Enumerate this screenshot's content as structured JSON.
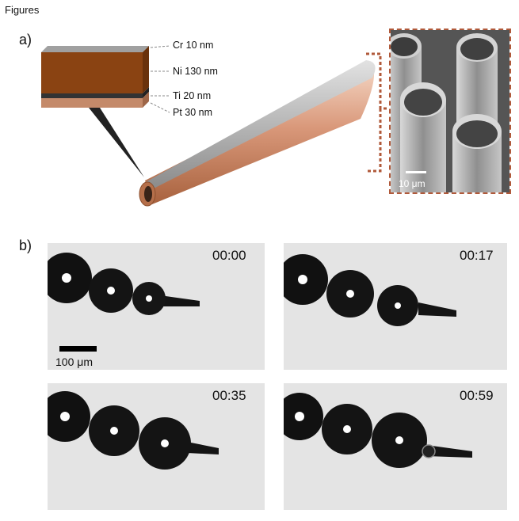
{
  "heading": "Figures",
  "panel_a": {
    "label": "a)",
    "layers": [
      {
        "text": "Cr 10 nm"
      },
      {
        "text": "Ni 130 nm"
      },
      {
        "text": "Ti  20 nm"
      },
      {
        "text": "Pt 30 nm"
      }
    ],
    "sem_scale": "10 μm",
    "colors": {
      "nickel": "#8a4312",
      "platinum": "#c48a6a",
      "chromium": "#9a9a9a",
      "titanium": "#333333",
      "bracket": "#b0593a"
    }
  },
  "panel_b": {
    "label": "b)",
    "frames": [
      {
        "time": "00:00"
      },
      {
        "time": "00:17"
      },
      {
        "time": "00:35"
      },
      {
        "time": "00:59"
      }
    ],
    "scale_label": "100 μm"
  }
}
